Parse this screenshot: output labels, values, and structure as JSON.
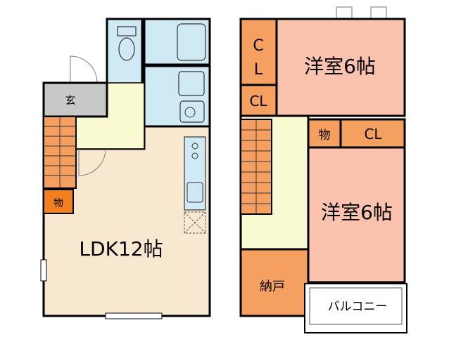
{
  "floor1": {
    "entrance": "玄",
    "storage": "物",
    "ldk": "LDK12帖"
  },
  "floor2": {
    "closet_vertical_c": "C",
    "closet_vertical_l": "L",
    "closet_small": "CL",
    "room_upper": "洋室6帖",
    "storage": "物",
    "closet_mid": "CL",
    "room_lower": "洋室6帖",
    "nando": "納戸",
    "balcony": "バルコニー"
  },
  "colors": {
    "ldk": "#f8e8d0",
    "wet_area": "#cfeaf5",
    "yellow": "#fafad2",
    "orange": "#f5a061",
    "pink": "#fbc3ad",
    "entrance_gray": "#c8c8c8",
    "storage_orange": "#f2801e",
    "balcony": "#ffffff",
    "wall": "#000000"
  }
}
